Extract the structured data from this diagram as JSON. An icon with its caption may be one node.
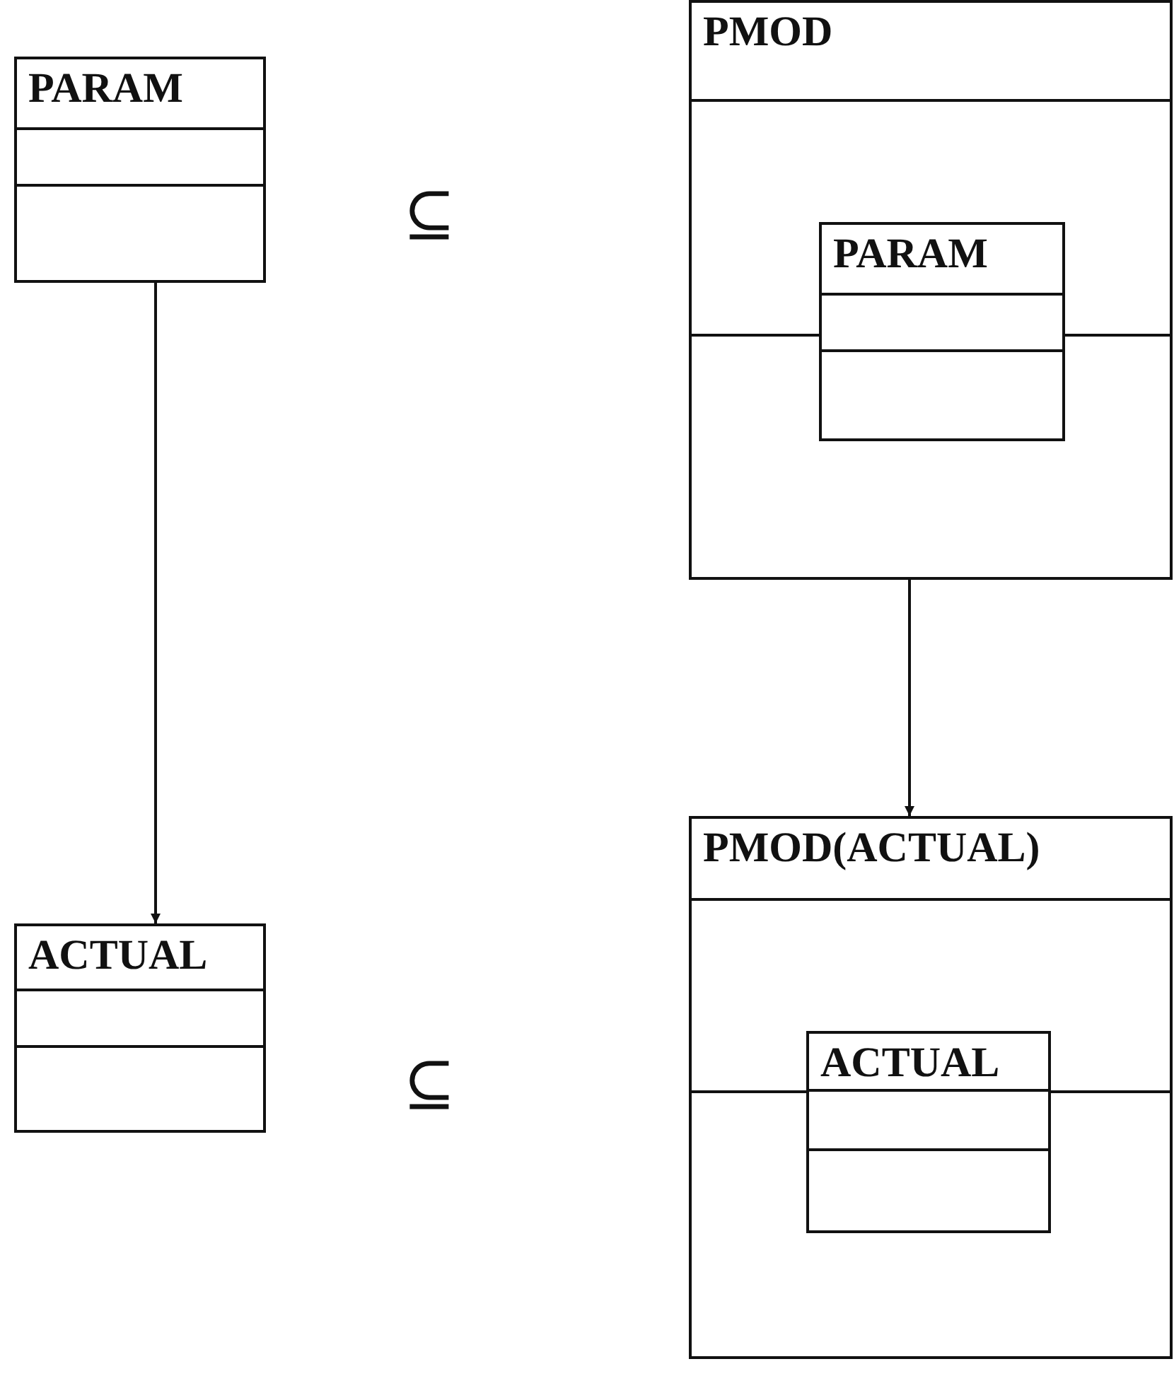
{
  "diagram": {
    "nodes": [
      {
        "text": [
          "PARAM"
        ]
      },
      {
        "text": [
          "PMOD"
        ]
      },
      {
        "text": [
          "PARAM"
        ],
        "in": 1
      },
      {
        "text": [
          "ACTUAL"
        ]
      },
      {
        "text": [
          "PMOD(ACTUAL)"
        ]
      },
      {
        "text": [
          "ACTUAL"
        ],
        "in": 4
      }
    ],
    "edges": [
      {
        "from": 0,
        "to": 3,
        "arrow": "to"
      },
      {
        "from": 1,
        "to": 4,
        "arrow": "to"
      }
    ],
    "labels": [
      "⊆",
      "⊆"
    ]
  }
}
